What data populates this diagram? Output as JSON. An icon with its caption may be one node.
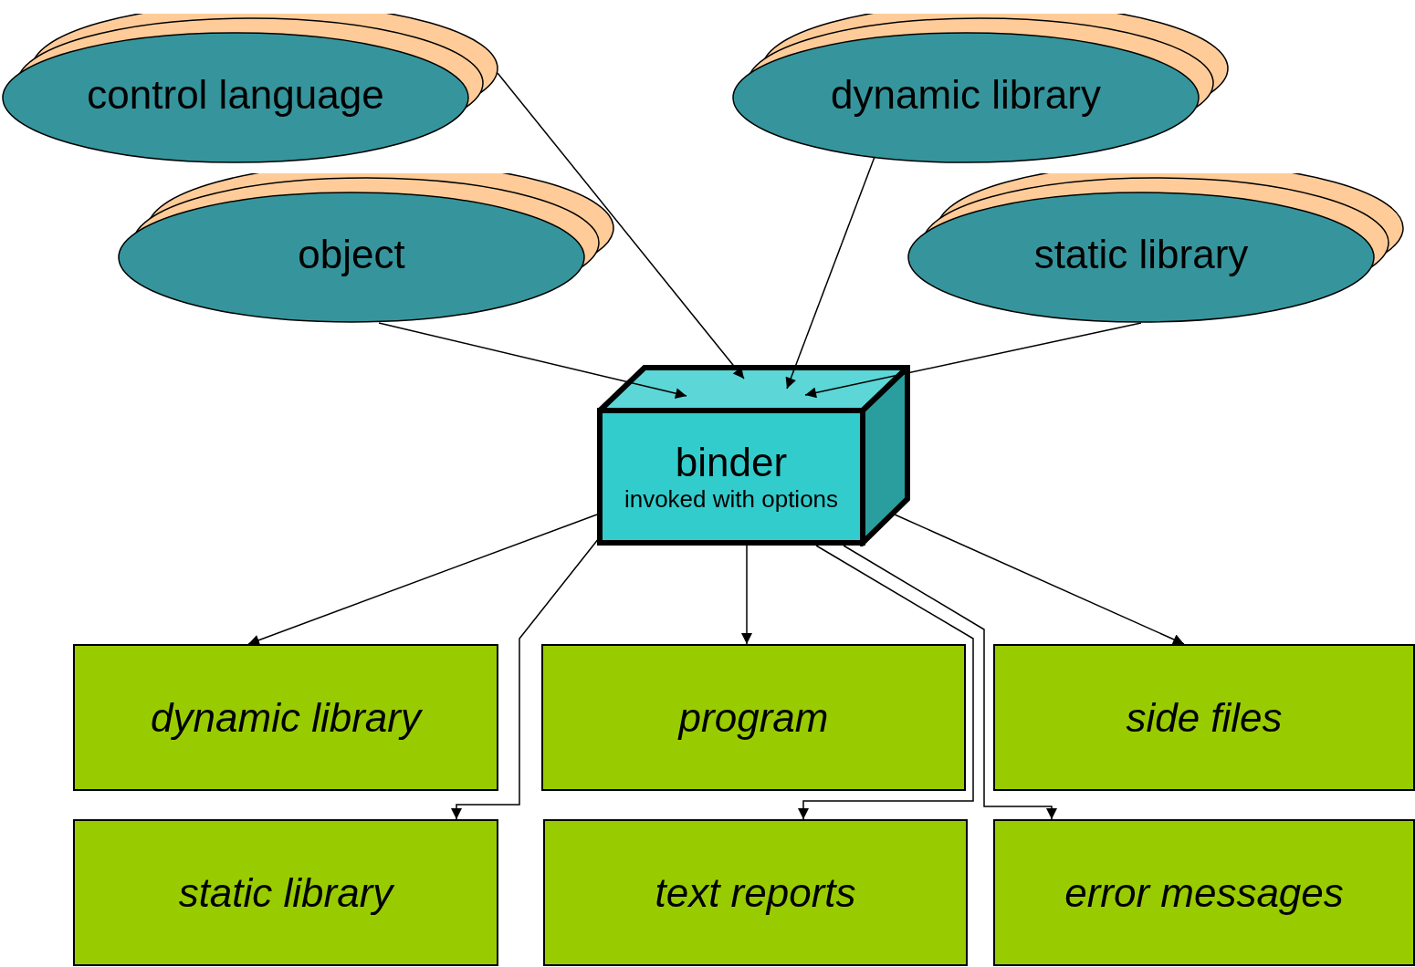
{
  "diagram": {
    "nodes": [
      {
        "text": [
          "control language"
        ]
      },
      {
        "text": [
          "dynamic library"
        ]
      },
      {
        "text": [
          "object"
        ]
      },
      {
        "text": [
          "static library"
        ]
      },
      {
        "text": [
          "binder",
          "invoked with options"
        ]
      },
      {
        "text": [
          "dynamic library"
        ]
      },
      {
        "text": [
          "program"
        ]
      },
      {
        "text": [
          "side files"
        ]
      },
      {
        "text": [
          "static library"
        ]
      },
      {
        "text": [
          "text reports"
        ]
      },
      {
        "text": [
          "error messages"
        ]
      }
    ],
    "edges": [
      {
        "from": 0,
        "to": 4,
        "arrow": "to"
      },
      {
        "from": 1,
        "to": 4,
        "arrow": "to"
      },
      {
        "from": 2,
        "to": 4,
        "arrow": "to"
      },
      {
        "from": 3,
        "to": 4,
        "arrow": "to"
      },
      {
        "from": 4,
        "to": 5,
        "arrow": "to"
      },
      {
        "from": 4,
        "to": 6,
        "arrow": "to"
      },
      {
        "from": 4,
        "to": 7,
        "arrow": "to"
      },
      {
        "from": 4,
        "to": 8,
        "arrow": "to"
      },
      {
        "from": 4,
        "to": 9,
        "arrow": "to"
      },
      {
        "from": 4,
        "to": 10,
        "arrow": "to"
      }
    ]
  }
}
